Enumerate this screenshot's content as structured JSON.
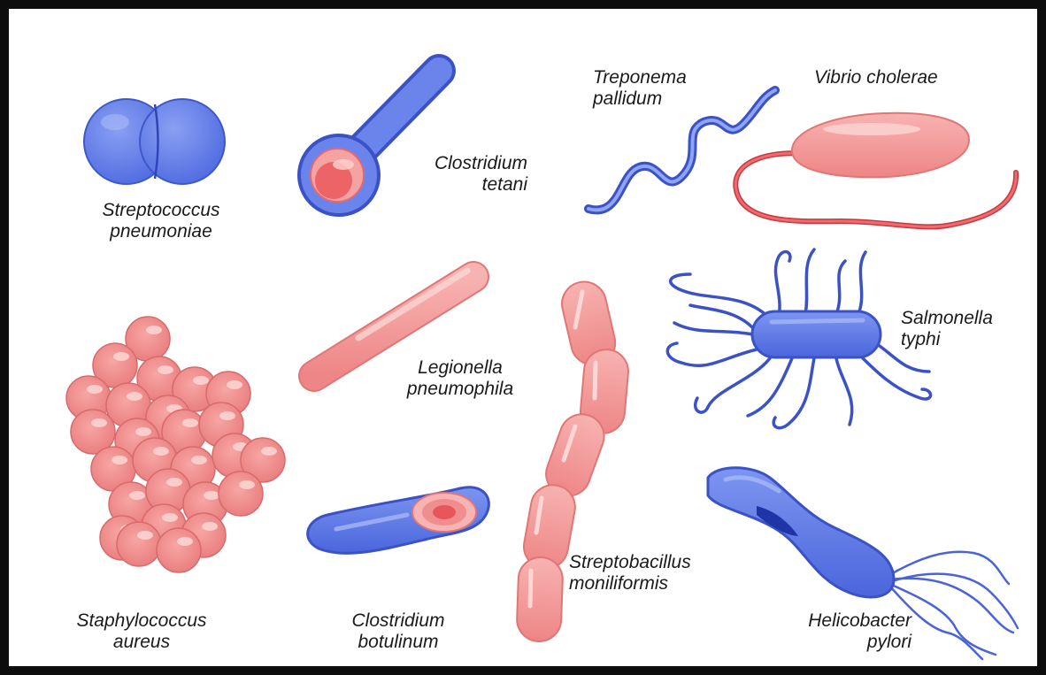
{
  "colors": {
    "blue": "#5f7be8",
    "blue_dark": "#2f45b8",
    "pink": "#f28f8f",
    "pink_light": "#f9c4c2",
    "red": "#e8555a",
    "frame": "#0d0d0d"
  },
  "labels": {
    "streptococcus": {
      "line1": "Streptococcus",
      "line2": "pneumoniae"
    },
    "clostridium_tetani": {
      "line1": "Clostridium",
      "line2": "tetani"
    },
    "treponema": {
      "line1": "Treponema",
      "line2": "pallidum"
    },
    "vibrio": {
      "line1": "Vibrio cholerae"
    },
    "legionella": {
      "line1": "Legionella",
      "line2": "pneumophila"
    },
    "salmonella": {
      "line1": "Salmonella",
      "line2": "typhi"
    },
    "staphylococcus": {
      "line1": "Staphylococcus",
      "line2": "aureus"
    },
    "clostridium_botulinum": {
      "line1": "Clostridium",
      "line2": "botulinum"
    },
    "streptobacillus": {
      "line1": "Streptobacillus",
      "line2": "moniliformis"
    },
    "helicobacter": {
      "line1": "Helicobacter",
      "line2": "pylori"
    }
  }
}
